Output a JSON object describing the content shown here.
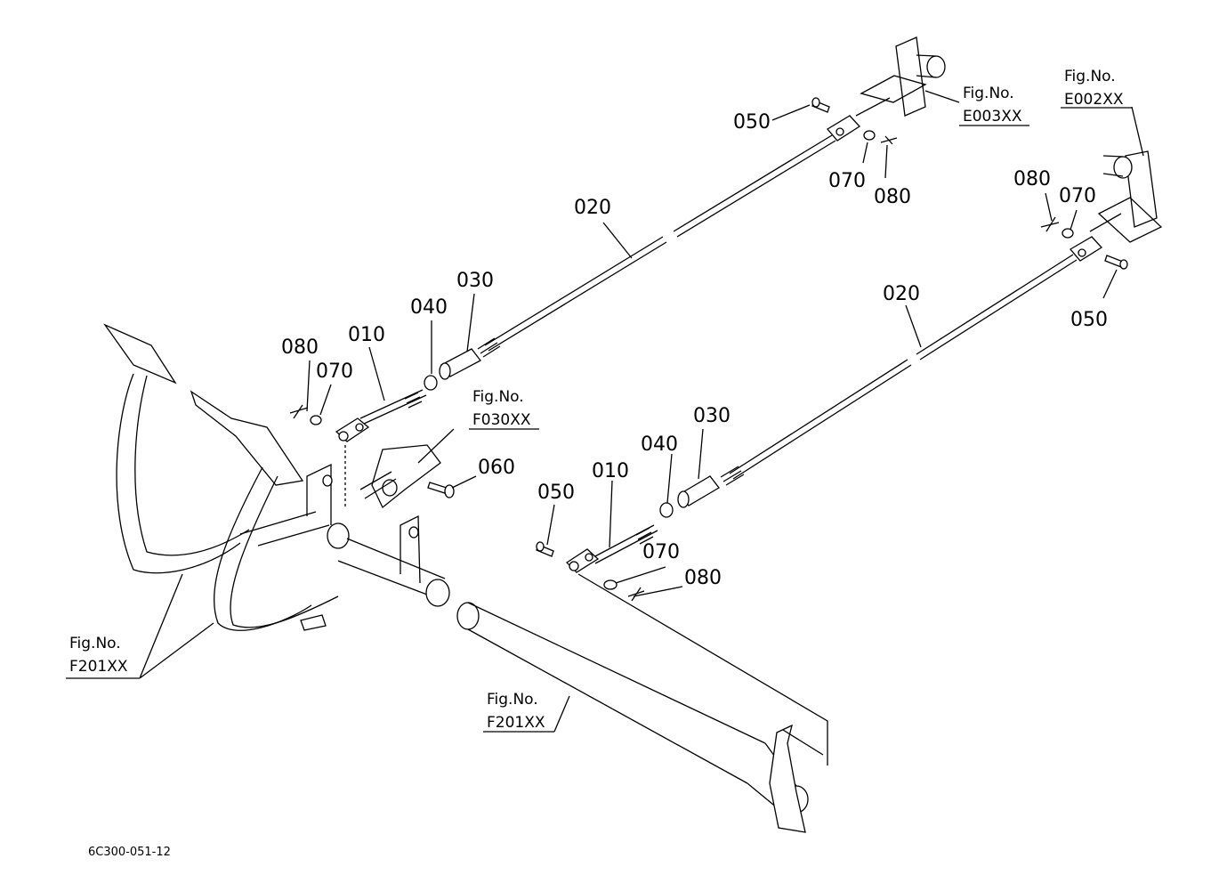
{
  "diagram_code": "6C300-051-12",
  "part_labels": {
    "upper": {
      "p050": "050",
      "p070": "070",
      "p080": "080",
      "p020": "020",
      "p030": "030",
      "p040": "040",
      "p010": "010",
      "p080b": "080",
      "p070b": "070",
      "p060": "060"
    },
    "lower": {
      "p080": "080",
      "p070": "070",
      "p050": "050",
      "p020": "020",
      "p030": "030",
      "p040": "040",
      "p010": "010",
      "p050b": "050",
      "p070b": "070",
      "p080b": "080"
    }
  },
  "fig_refs": {
    "e003": {
      "title": "Fig.No.",
      "code": "E003XX"
    },
    "e002": {
      "title": "Fig.No.",
      "code": "E002XX"
    },
    "f030": {
      "title": "Fig.No.",
      "code": "F030XX"
    },
    "f201_left": {
      "title": "Fig.No.",
      "code": "F201XX"
    },
    "f201_mid": {
      "title": "Fig.No.",
      "code": "F201XX"
    }
  }
}
